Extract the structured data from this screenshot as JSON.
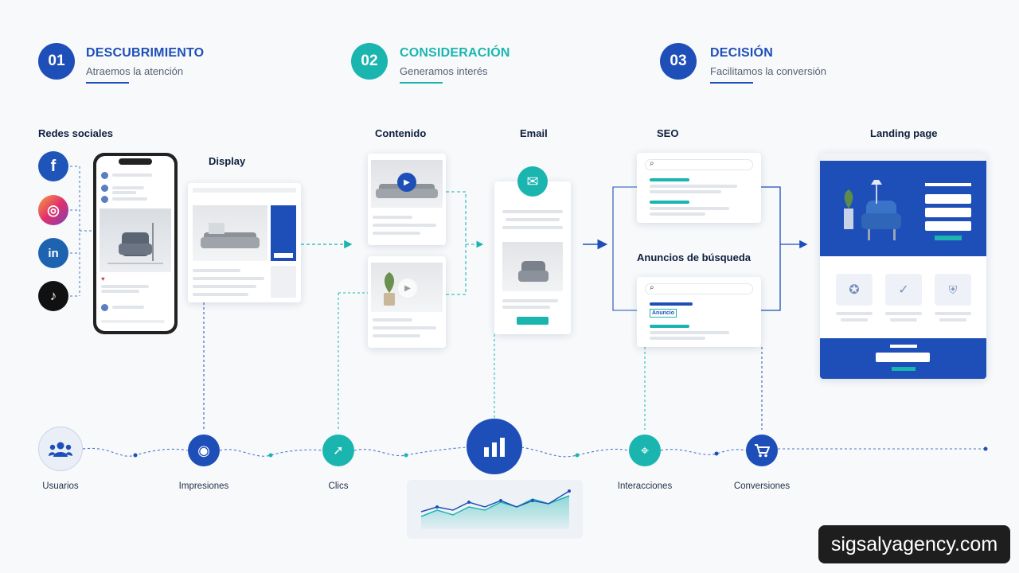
{
  "stages": [
    {
      "num": "01",
      "title": "DESCUBRIMIENTO",
      "subtitle": "Atraemos la atención",
      "color": "#1e4fb8"
    },
    {
      "num": "02",
      "title": "CONSIDERACIÓN",
      "subtitle": "Generamos interés",
      "color": "#1bb5b0"
    },
    {
      "num": "03",
      "title": "DECISIÓN",
      "subtitle": "Facilitamos la conversión",
      "color": "#1e4fb8"
    }
  ],
  "channels": {
    "social": "Redes sociales",
    "display": "Display",
    "content": "Contenido",
    "email": "Email",
    "seo": "SEO",
    "search_ads": "Anuncios de búsqueda",
    "landing": "Landing page"
  },
  "social_icons": [
    {
      "icon": "facebook-icon",
      "glyph": "f",
      "color": "#1f55b8"
    },
    {
      "icon": "instagram-icon",
      "glyph": "◎",
      "color": "#e1306c"
    },
    {
      "icon": "linkedin-icon",
      "glyph": "in",
      "color": "#1d63b0"
    },
    {
      "icon": "tiktok-icon",
      "glyph": "♪",
      "color": "#111111"
    }
  ],
  "ad_badge": "Anuncio",
  "metrics": [
    {
      "label": "Usuarios",
      "icon": "users-icon"
    },
    {
      "label": "Impresiones",
      "icon": "eye-icon"
    },
    {
      "label": "Clics",
      "icon": "cursor-icon"
    },
    {
      "label": "",
      "icon": "bar-chart-icon"
    },
    {
      "label": "Interacciones",
      "icon": "target-icon"
    },
    {
      "label": "Conversiones",
      "icon": "cart-icon"
    }
  ],
  "colors": {
    "navy": "#1e4fb8",
    "teal": "#1bb5b0",
    "text": "#0f1f3d"
  },
  "watermark": "sigsalyagency.com"
}
